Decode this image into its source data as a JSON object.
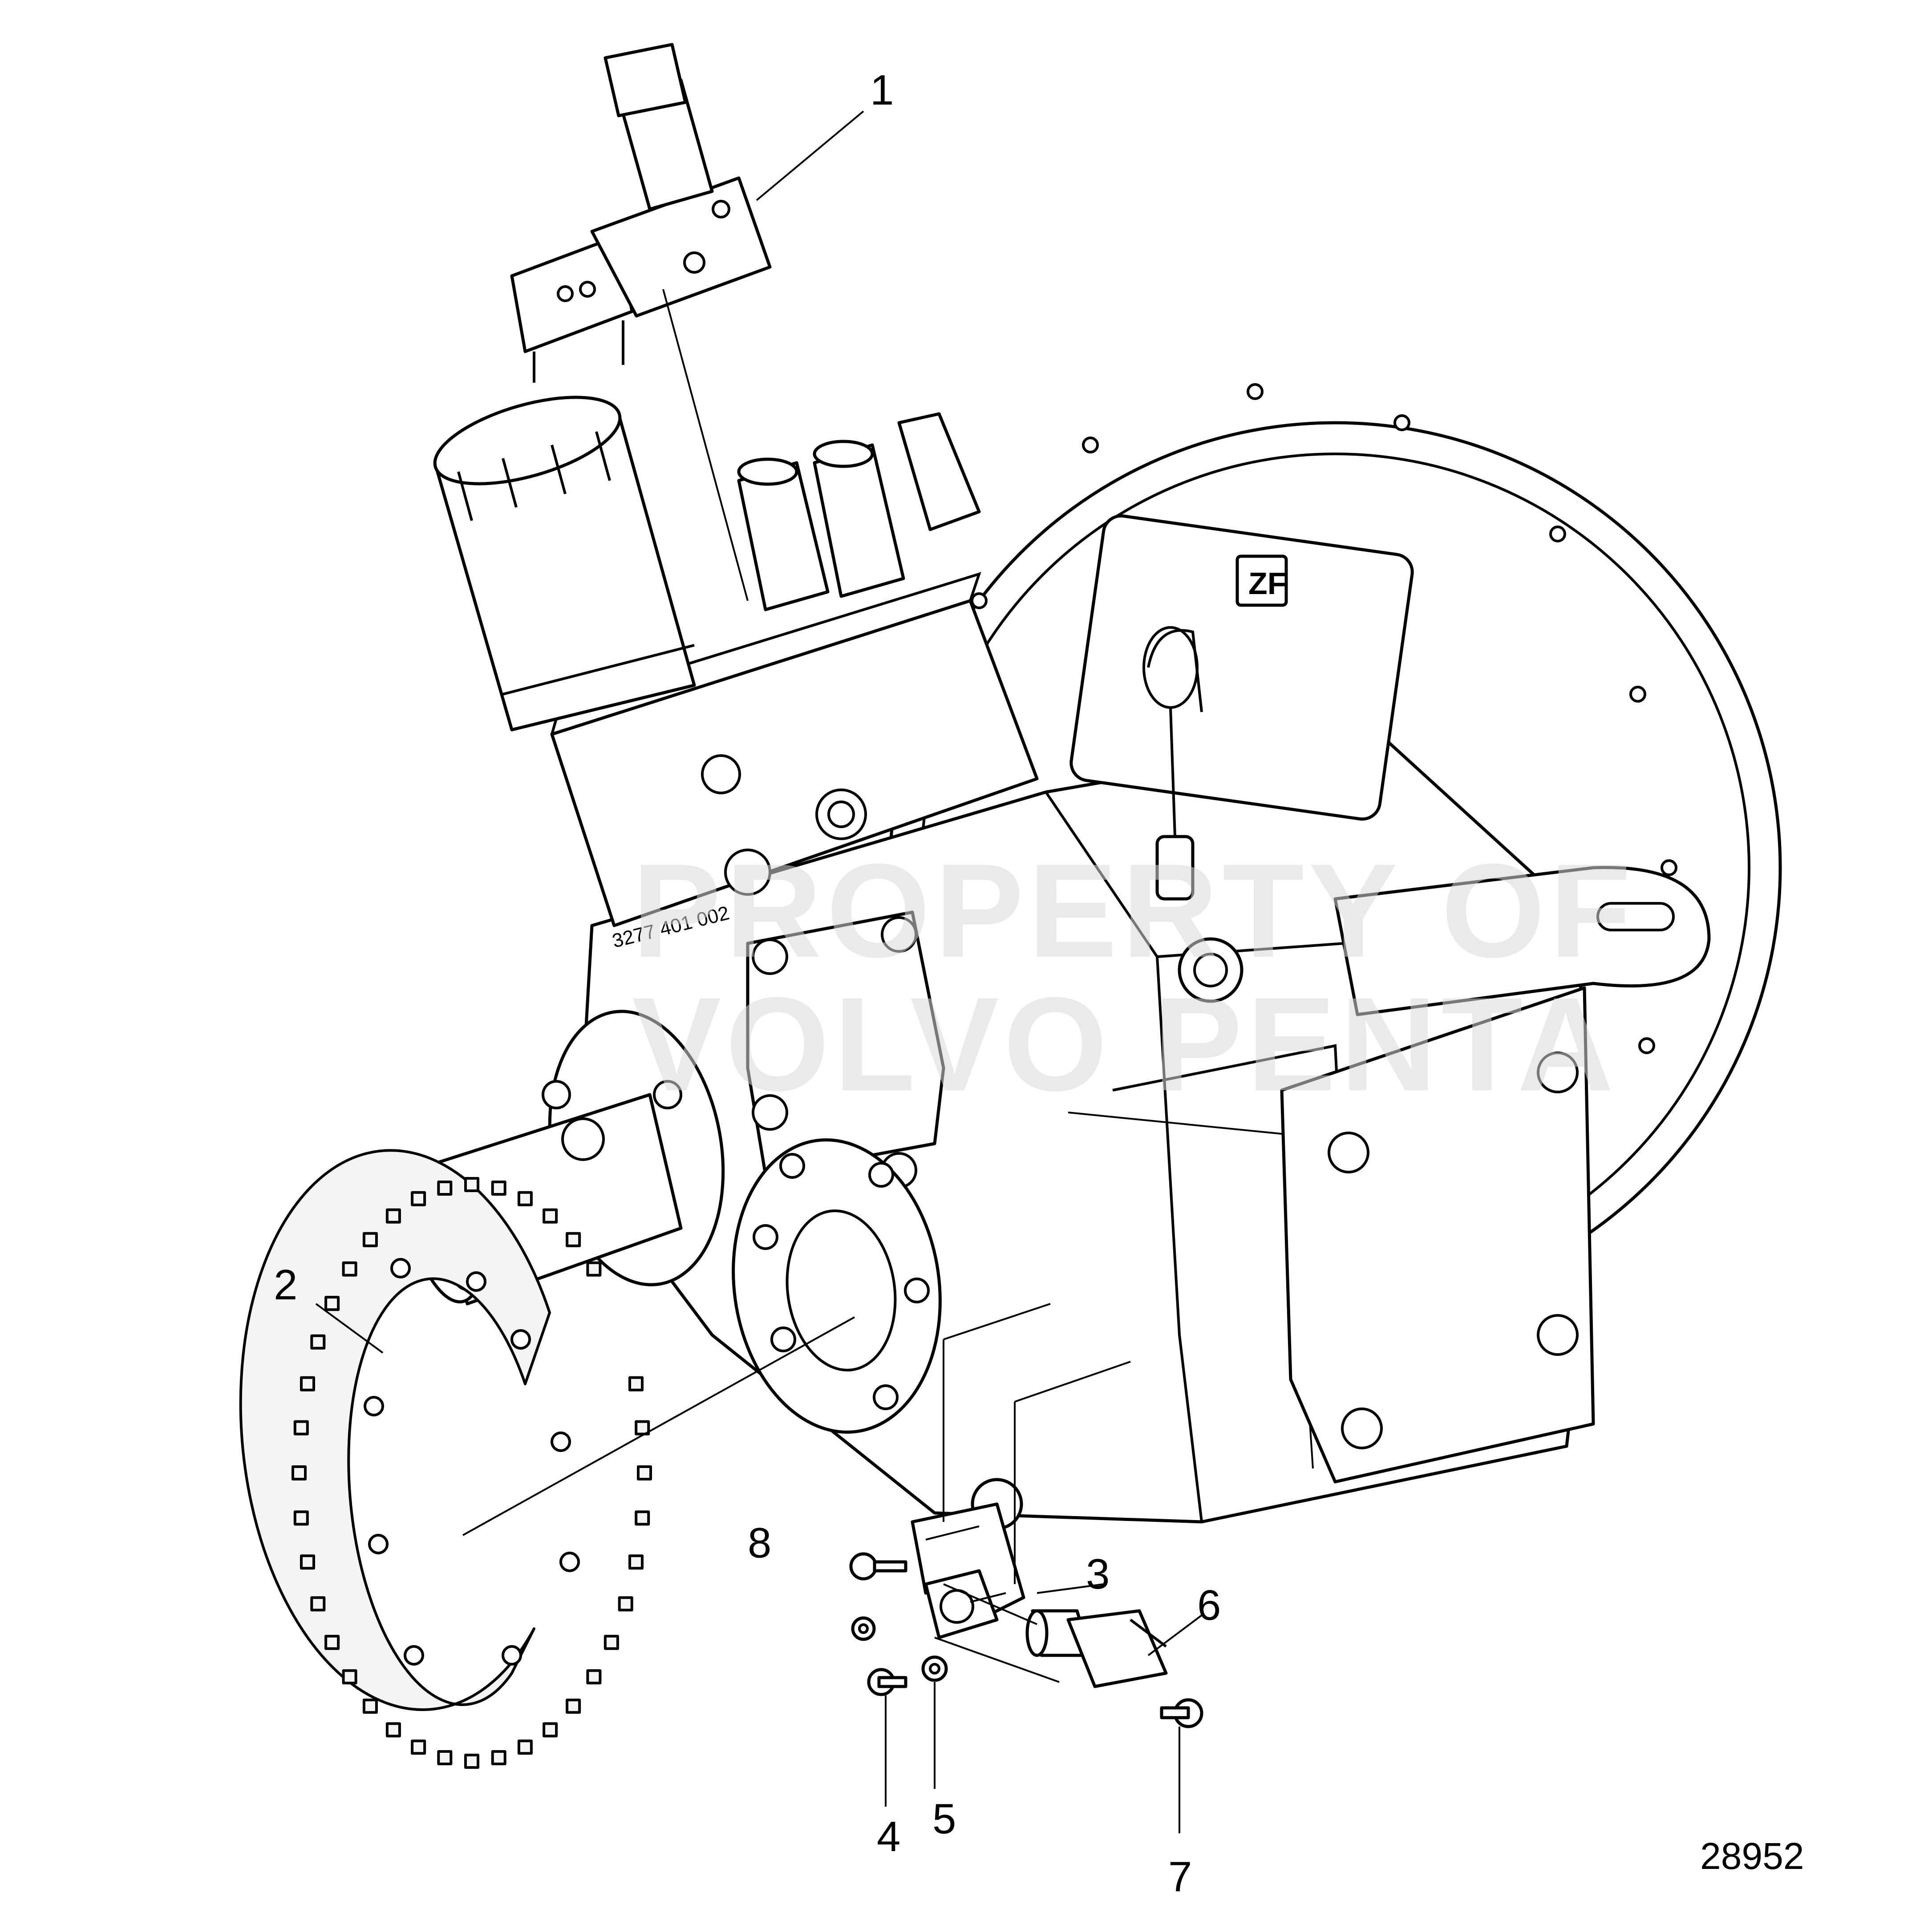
{
  "diagram": {
    "callouts": [
      {
        "id": "1",
        "label": "1"
      },
      {
        "id": "2",
        "label": "2"
      },
      {
        "id": "3",
        "label": "3"
      },
      {
        "id": "4",
        "label": "4"
      },
      {
        "id": "5",
        "label": "5"
      },
      {
        "id": "6",
        "label": "6"
      },
      {
        "id": "7",
        "label": "7"
      },
      {
        "id": "8",
        "label": "8"
      }
    ],
    "figure_number": "28952",
    "housing_marking": "3277 401 002",
    "logo_text": "ZF",
    "watermark": {
      "line1": "PROPERTY OF",
      "line2": "VOLVO PENTA"
    }
  }
}
